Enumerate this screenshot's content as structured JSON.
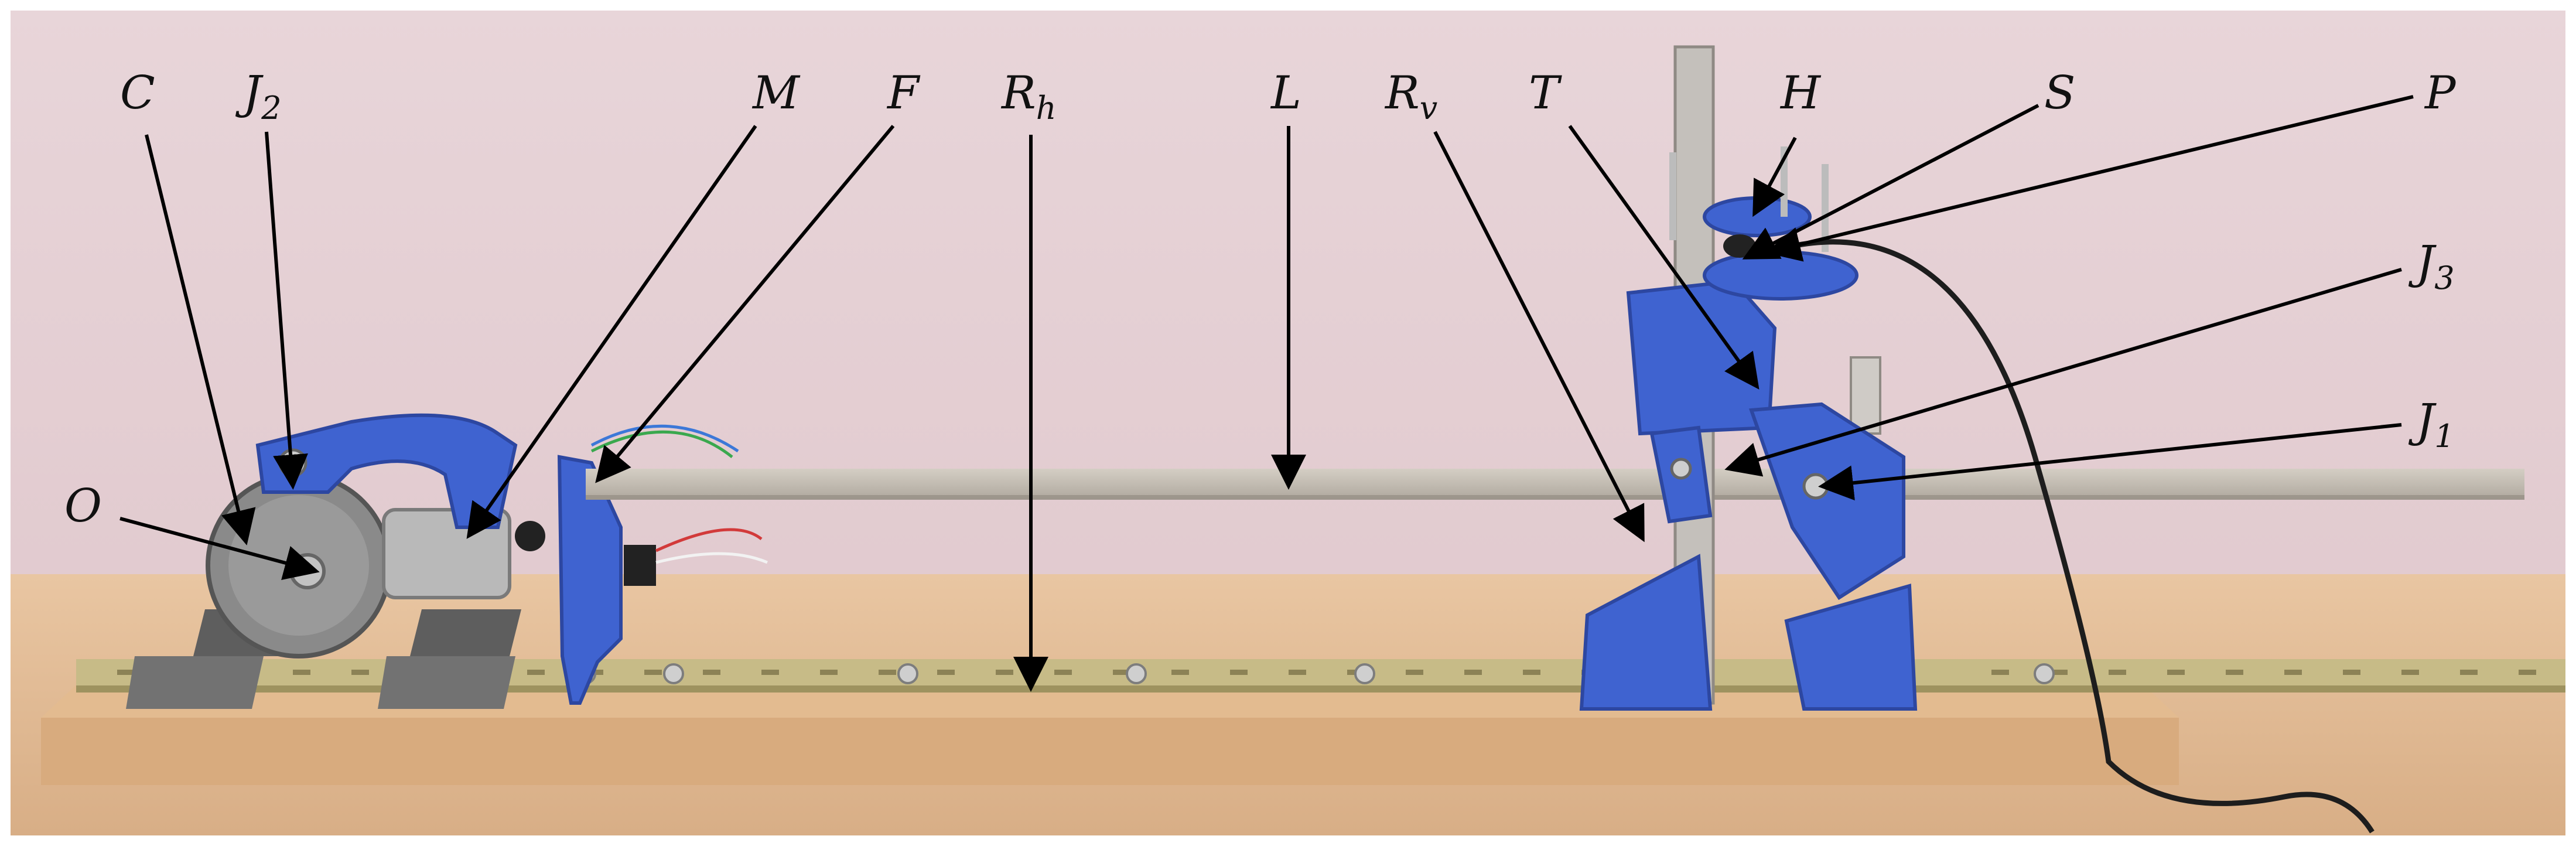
{
  "figure": {
    "colors": {
      "wall": "#ead6da",
      "wall_shadow": "#dcc4c9",
      "table": "#e2bc97",
      "table_dark": "#d2a57d",
      "board": "#dcb083",
      "board_edge": "#c8946a",
      "rail": "#c8bd88",
      "rail_dark": "#9f9460",
      "rod": "#c9c2b7",
      "rod_shadow": "#aaa39a",
      "blue": "#3f63d0",
      "blue_dark": "#2d47a1",
      "gray_part": "#777777",
      "gray_dark": "#585858",
      "metal": "#bdbdbd",
      "cable": "#1d1d1d",
      "arrow": "#000000",
      "label": "#111111"
    },
    "labels": [
      {
        "id": "C",
        "base": "C",
        "sub": ""
      },
      {
        "id": "J2",
        "base": "J",
        "sub": "2"
      },
      {
        "id": "M",
        "base": "M",
        "sub": ""
      },
      {
        "id": "F",
        "base": "F",
        "sub": ""
      },
      {
        "id": "Rh",
        "base": "R",
        "sub": "h"
      },
      {
        "id": "L",
        "base": "L",
        "sub": ""
      },
      {
        "id": "Rv",
        "base": "R",
        "sub": "v"
      },
      {
        "id": "T",
        "base": "T",
        "sub": ""
      },
      {
        "id": "H",
        "base": "H",
        "sub": ""
      },
      {
        "id": "S",
        "base": "S",
        "sub": ""
      },
      {
        "id": "P",
        "base": "P",
        "sub": ""
      },
      {
        "id": "J3",
        "base": "J",
        "sub": "3"
      },
      {
        "id": "J1",
        "base": "J",
        "sub": "1"
      },
      {
        "id": "O",
        "base": "O",
        "sub": ""
      }
    ]
  }
}
